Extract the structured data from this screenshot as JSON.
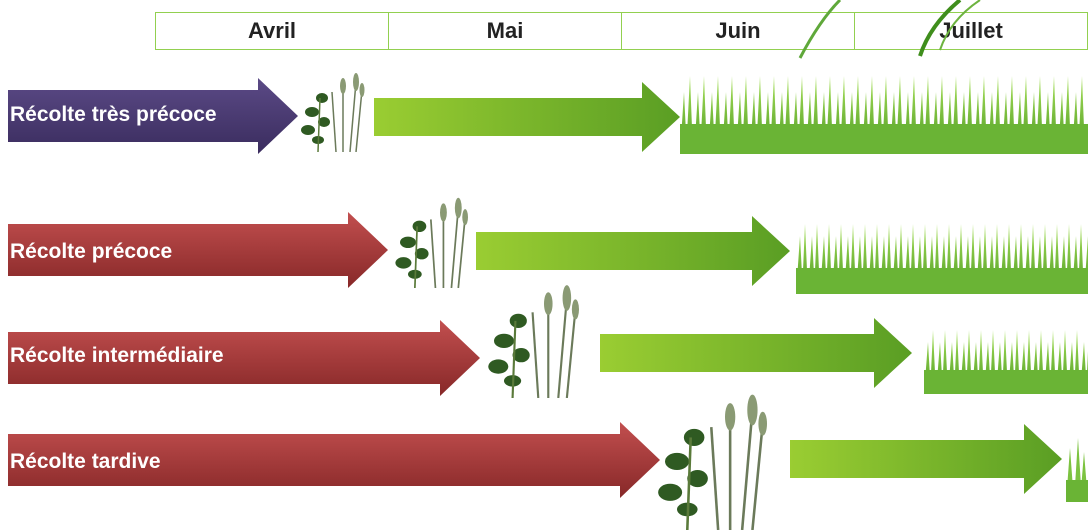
{
  "months": [
    "Avril",
    "Mai",
    "Juin",
    "Juillet"
  ],
  "rows": [
    {
      "label": "Récolte très précoce",
      "color_top": "#5b4a86",
      "color_bottom": "#3a2c5e"
    },
    {
      "label": "Récolte précoce",
      "color_top": "#b84545",
      "color_bottom": "#8a2a2a"
    },
    {
      "label": "Récolte intermédiaire",
      "color_top": "#b84545",
      "color_bottom": "#8a2a2a"
    },
    {
      "label": "Récolte tardive",
      "color_top": "#b84545",
      "color_bottom": "#8a2a2a"
    }
  ],
  "icons": {
    "plant": "soy-and-wheat-plant-icon",
    "grass": "grass-strip"
  },
  "colors": {
    "green_light": "#9acd32",
    "green_dark": "#3f8e1c",
    "border": "#92d050"
  }
}
